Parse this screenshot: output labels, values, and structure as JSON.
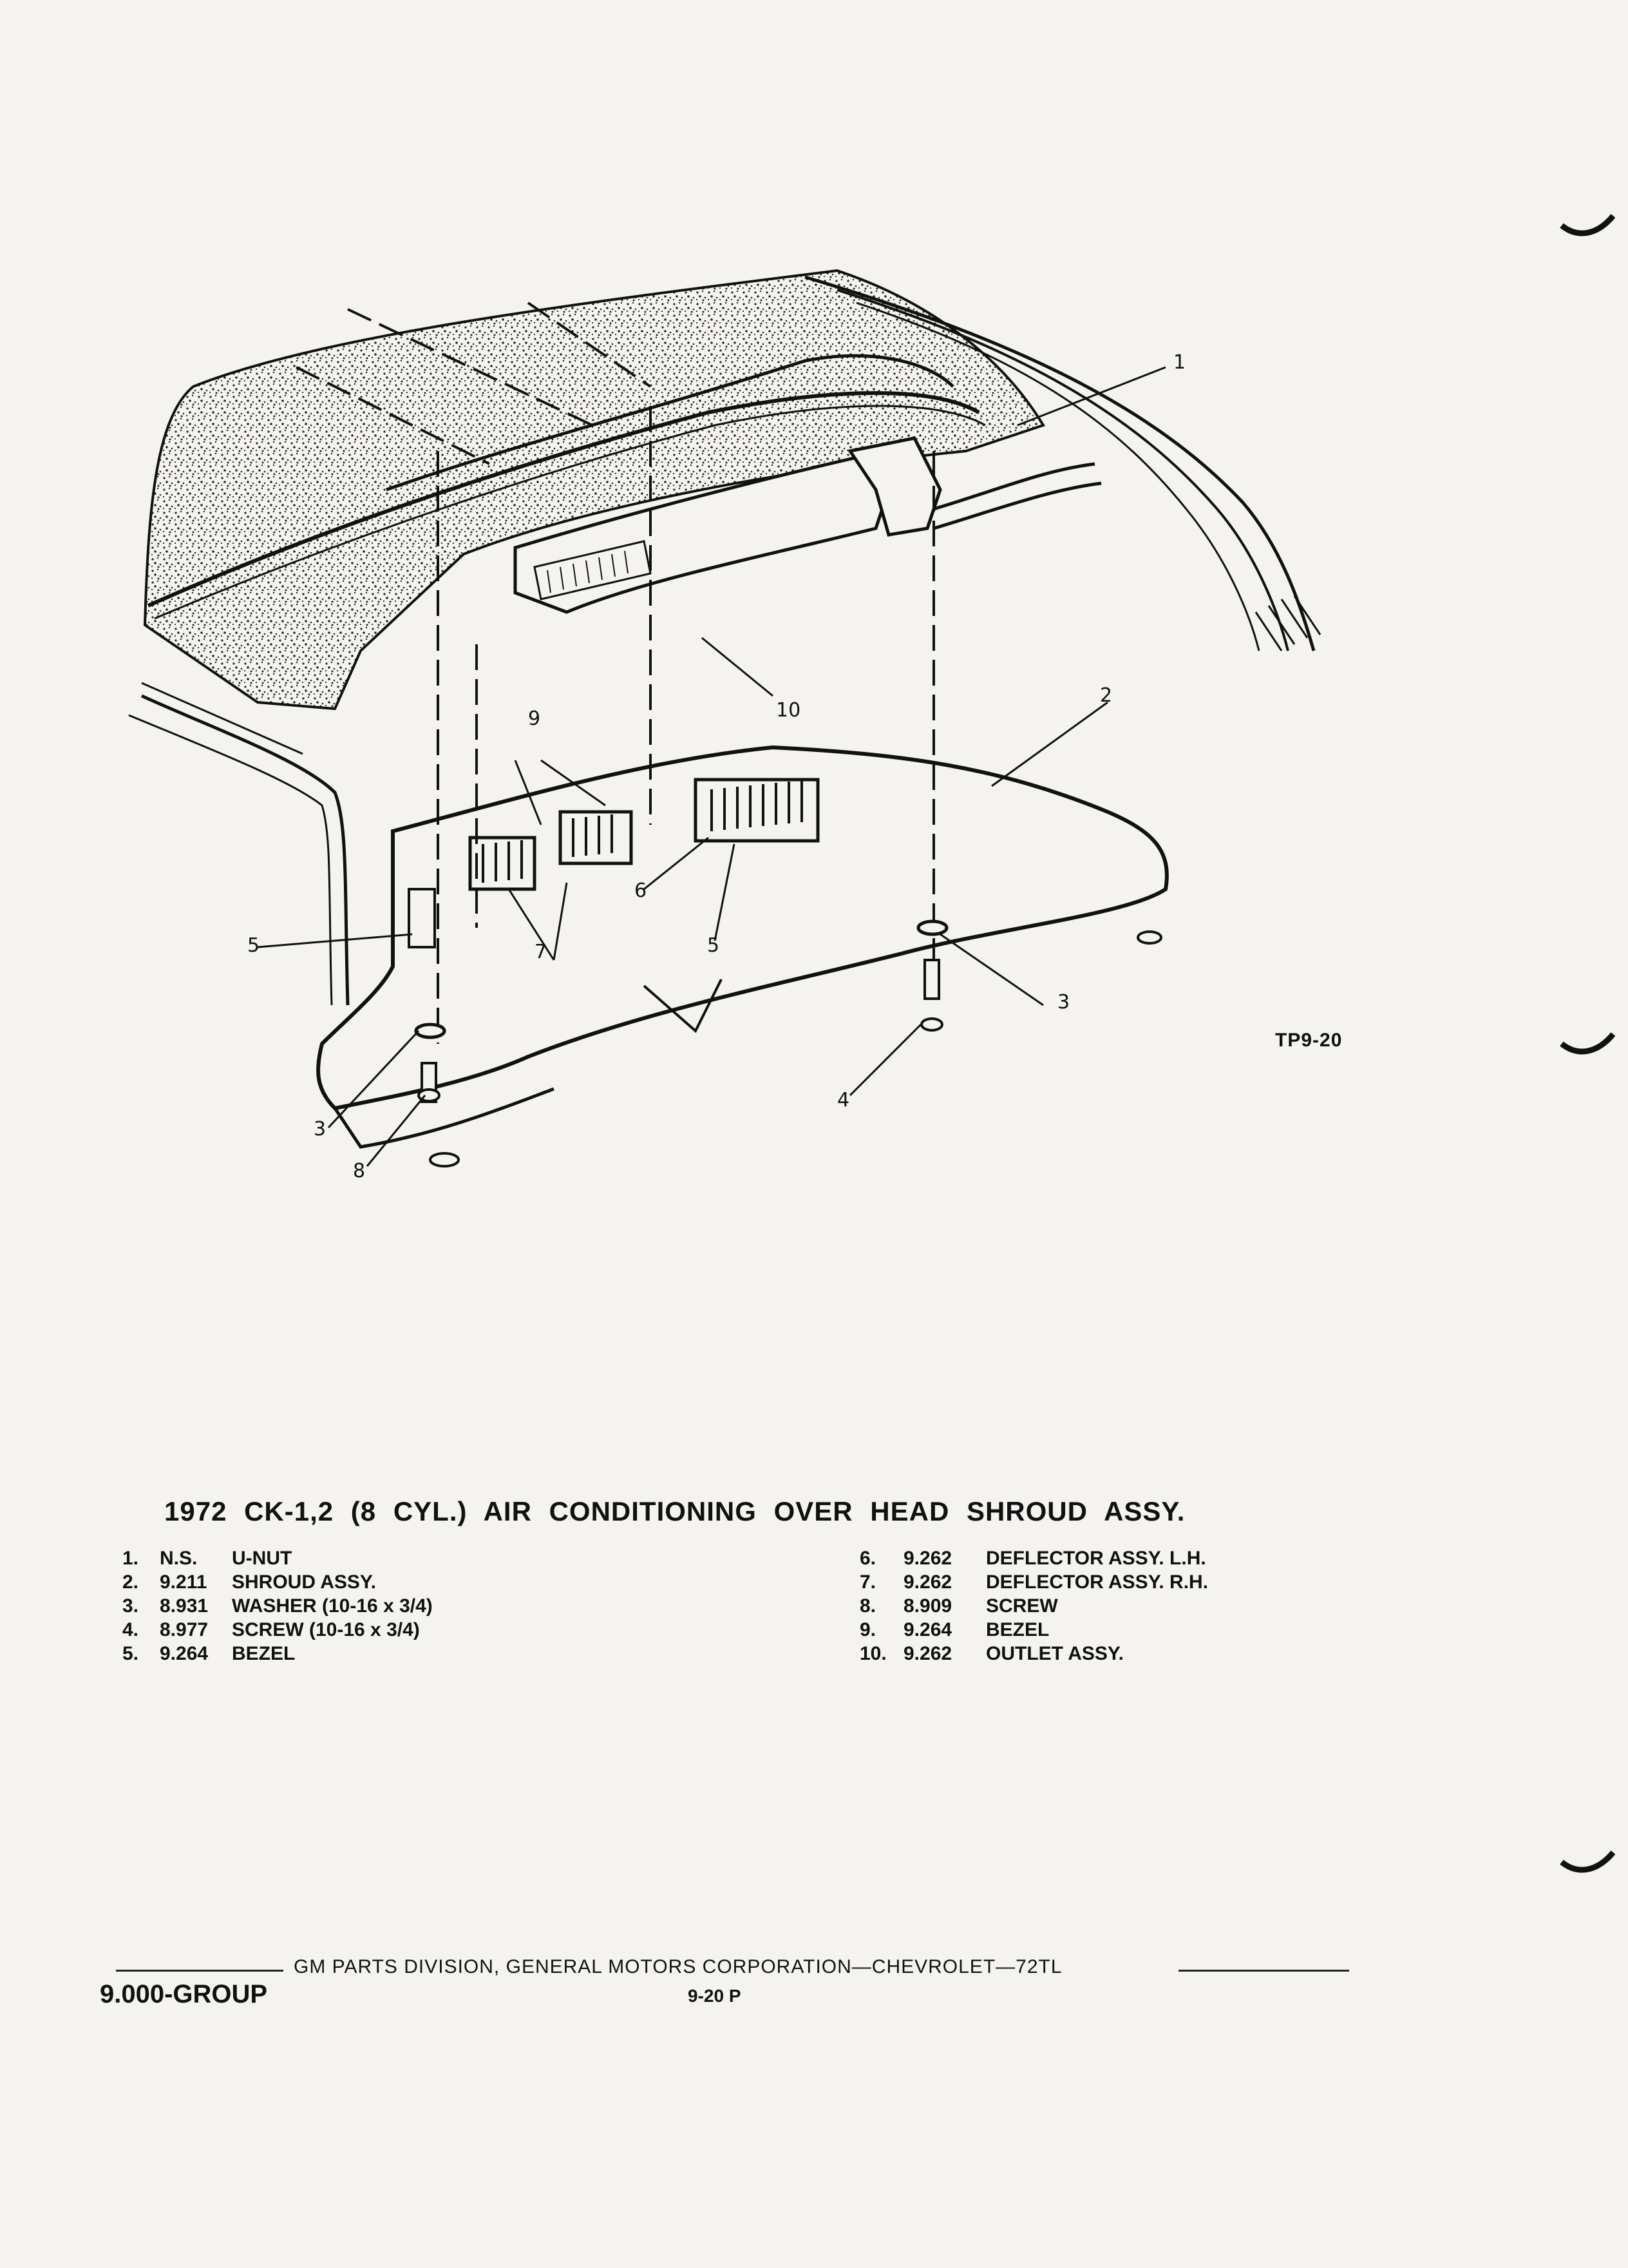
{
  "figure": {
    "code": "TP9-20",
    "callouts": [
      "1",
      "2",
      "3",
      "3",
      "4",
      "5",
      "5",
      "6",
      "7",
      "8",
      "9",
      "10"
    ]
  },
  "title": "1972 CK-1,2 (8 CYL.) AIR CONDITIONING OVER HEAD SHROUD ASSY.",
  "parts_left": [
    {
      "num": "1.",
      "code": "N.S.",
      "name": "U-NUT"
    },
    {
      "num": "2.",
      "code": "9.211",
      "name": "SHROUD ASSY."
    },
    {
      "num": "3.",
      "code": "8.931",
      "name": "WASHER (10-16 x 3/4)"
    },
    {
      "num": "4.",
      "code": "8.977",
      "name": "SCREW (10-16 x 3/4)"
    },
    {
      "num": "5.",
      "code": "9.264",
      "name": "BEZEL"
    }
  ],
  "parts_right": [
    {
      "num": "6.",
      "code": "9.262",
      "name": "DEFLECTOR ASSY. L.H."
    },
    {
      "num": "7.",
      "code": "9.262",
      "name": "DEFLECTOR ASSY. R.H."
    },
    {
      "num": "8.",
      "code": "8.909",
      "name": "SCREW"
    },
    {
      "num": "9.",
      "code": "9.264",
      "name": "BEZEL"
    },
    {
      "num": "10.",
      "code": "9.262",
      "name": "OUTLET ASSY."
    }
  ],
  "footer": {
    "text": "GM PARTS DIVISION, GENERAL MOTORS CORPORATION—CHEVROLET—72TL",
    "section": "9.000-GROUP",
    "page": "9-20 P"
  },
  "colors": {
    "paper": "#f4f3ef",
    "ink": "#111111"
  }
}
